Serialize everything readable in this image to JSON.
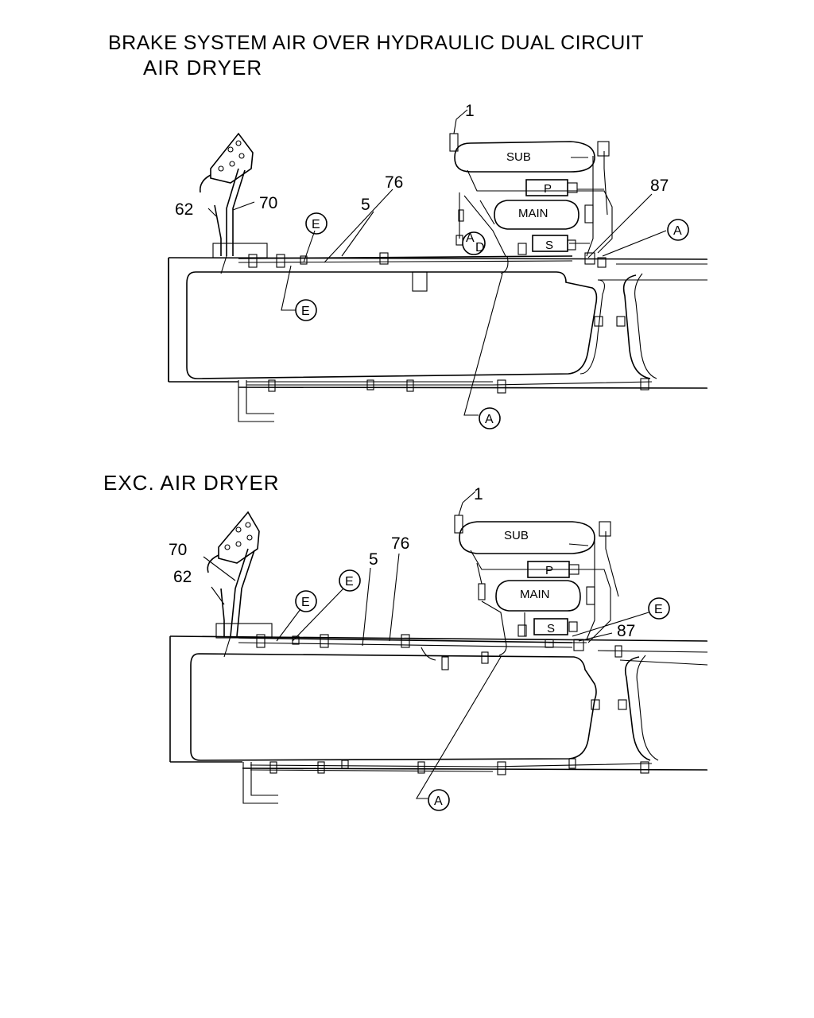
{
  "header": {
    "title": "BRAKE SYSTEM AIR OVER HYDRAULIC DUAL CIRCUIT",
    "subtitle": "AIR  DRYER"
  },
  "section2": {
    "title": "EXC.  AIR  DRYER"
  },
  "diagram1": {
    "tanks": {
      "sub": "SUB",
      "main": "MAIN",
      "p": "P",
      "s": "S",
      "ad_top": "A",
      "ad_bottom": "D"
    },
    "callouts": {
      "one": "1",
      "n62": "62",
      "n70": "70",
      "n76": "76",
      "n5": "5",
      "n87": "87"
    },
    "circles": {
      "e_top": "E",
      "e_bottom": "E",
      "a_right": "A",
      "a_bottom": "A"
    }
  },
  "diagram2": {
    "tanks": {
      "sub": "SUB",
      "main": "MAIN",
      "p": "P",
      "s": "S"
    },
    "callouts": {
      "one": "1",
      "n70": "70",
      "n62": "62",
      "n5": "5",
      "n76": "76",
      "n87": "87"
    },
    "circles": {
      "e_left": "E",
      "e_mid": "E",
      "e_right": "E",
      "a_bottom": "A"
    }
  }
}
